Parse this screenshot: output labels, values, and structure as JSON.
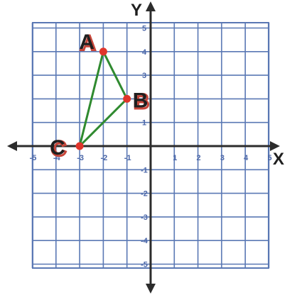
{
  "chart_data": {
    "type": "scatter",
    "title": "",
    "xlabel": "X",
    "ylabel": "Y",
    "xlim": [
      -5,
      5
    ],
    "ylim": [
      -5,
      5
    ],
    "grid": true,
    "x_ticks": [
      -5,
      -4,
      -3,
      -2,
      -1,
      1,
      2,
      3,
      4,
      5
    ],
    "y_ticks": [
      5,
      4,
      3,
      2,
      1,
      -1,
      -2,
      -3,
      -4,
      -5
    ],
    "points": [
      {
        "label": "A",
        "x": -2,
        "y": 4
      },
      {
        "label": "B",
        "x": -1,
        "y": 2
      },
      {
        "label": "C",
        "x": -3,
        "y": 0
      }
    ],
    "polygon": [
      "A",
      "B",
      "C"
    ],
    "colors": {
      "grid": "#5a78b4",
      "axes": "#2c2c2c",
      "edges": "#2f8a2f",
      "vertices": "#e0352b",
      "tick_labels": "#4a66a8"
    }
  }
}
